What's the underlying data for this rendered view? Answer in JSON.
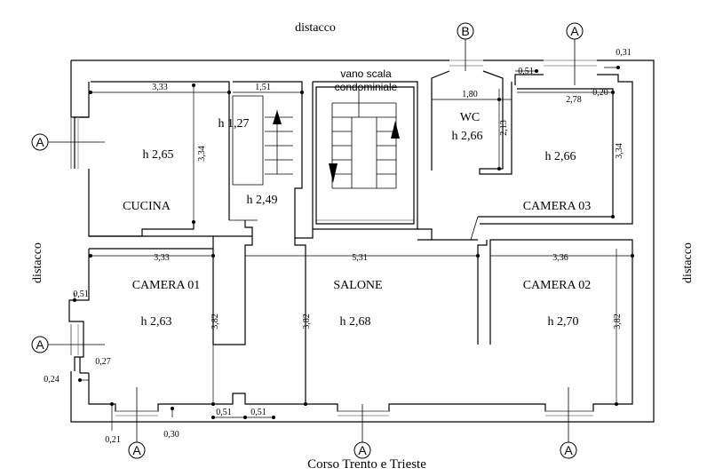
{
  "surroundings": {
    "top": "distacco",
    "left": "distacco",
    "right": "distacco",
    "bottom": "Corso Trento e Trieste"
  },
  "rooms": {
    "cucina": {
      "name": "CUCINA",
      "height": "h 2,65"
    },
    "ripostiglio": {
      "height": "h 1,27"
    },
    "disimpegno": {
      "height": "h 2,49"
    },
    "vano_scala": {
      "line1": "vano scala",
      "line2": "condominiale"
    },
    "wc": {
      "name": "WC",
      "height": "h 2,66"
    },
    "camera03": {
      "name": "CAMERA 03",
      "height": "h 2,66"
    },
    "camera01": {
      "name": "CAMERA 01",
      "height": "h 2,63"
    },
    "salone": {
      "name": "SALONE",
      "height": "h 2,68"
    },
    "camera02": {
      "name": "CAMERA 02",
      "height": "h 2,70"
    }
  },
  "dimensions": {
    "cucina_width": "3,33",
    "rip_width": "1,51",
    "cucina_depth": "3,34",
    "wc_width": "1,80",
    "wc_depth": "2,13",
    "c03_nib": "0,51",
    "c03_corner": "0,31",
    "c03_width": "2,78",
    "c03_offset": "0,20",
    "c03_depth": "3,34",
    "c01_width": "3,33",
    "salone_width": "5,31",
    "c02_width": "3,36",
    "wall_left": "0,51",
    "c01_depth": "3,82",
    "salone_depth": "3,82",
    "c02_depth": "3,82",
    "jamb_027": "0,27",
    "jamb_024": "0,24",
    "bottom_021": "0,21",
    "bottom_030": "0,30",
    "bottom_051a": "0,51",
    "bottom_051b": "0,51"
  },
  "section_marks": {
    "top_b": "B",
    "top_a": "A",
    "left_a1": "A",
    "left_a2": "A",
    "bottom_a1": "A",
    "bottom_a2": "A",
    "bottom_a3": "A"
  }
}
